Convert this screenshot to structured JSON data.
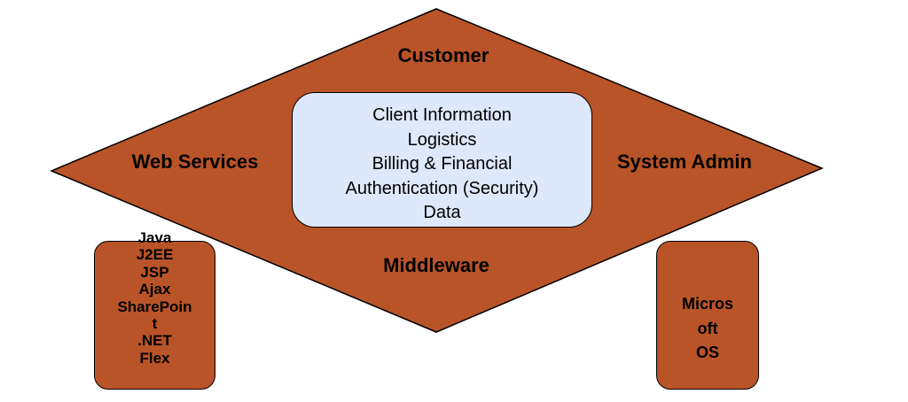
{
  "colors": {
    "shape_fill": "#b95428",
    "center_fill": "#dde8fb",
    "stroke": "#000000"
  },
  "diagram": {
    "top_label": "Customer",
    "left_label": "Web Services",
    "right_label": "System Admin",
    "bottom_label": "Middleware",
    "center_items": [
      "Client Information",
      "Logistics",
      "Billing & Financial",
      "Authentication (Security)",
      "Data"
    ],
    "left_box_items": [
      "Java",
      "J2EE",
      "JSP",
      "Ajax",
      "SharePoin",
      "t",
      ".NET",
      "Flex"
    ],
    "right_box_items": [
      "Micros",
      "oft",
      "OS"
    ]
  }
}
